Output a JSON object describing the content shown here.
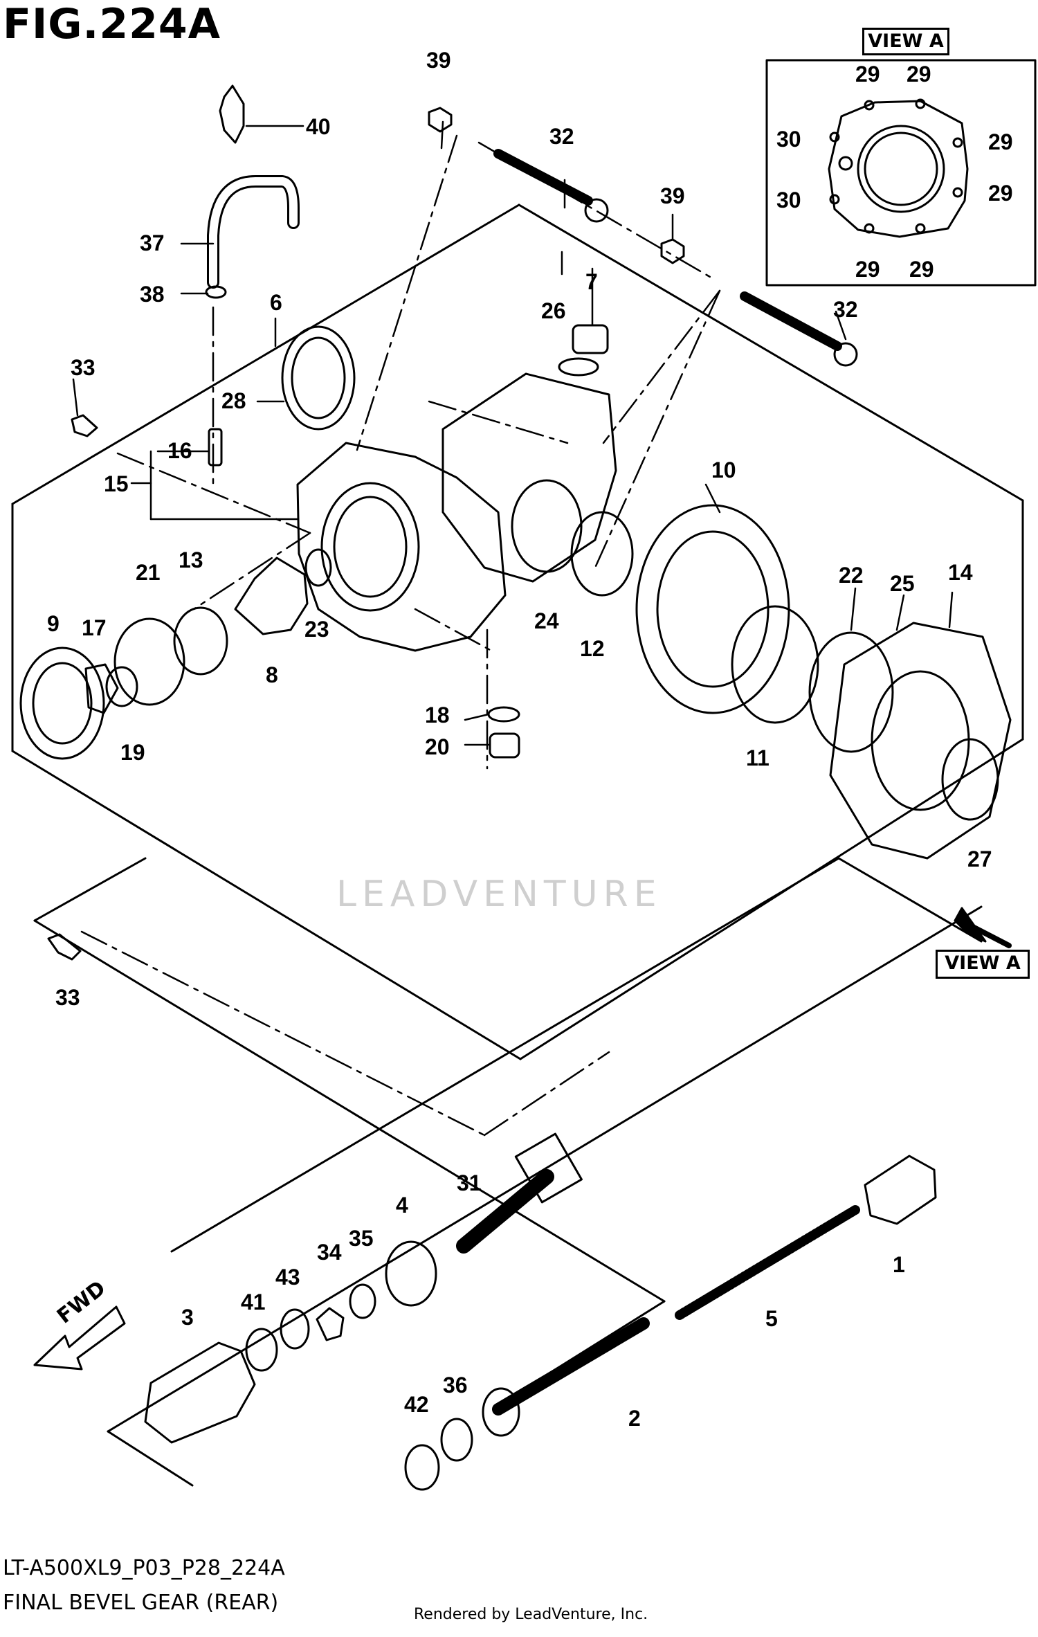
{
  "figure": {
    "title": "FIG.224A",
    "model_code": "LT-A500XL9_P03_P28_224A",
    "subtitle": "FINAL BEVEL GEAR (REAR)",
    "rendered_by": "Rendered by LeadVenture, Inc.",
    "watermark": "LEADVENTURE"
  },
  "view_labels": {
    "top": "VIEW A",
    "side": "VIEW A"
  },
  "fwd_label": "FWD",
  "callouts": [
    {
      "id": "c39a",
      "text": "39"
    },
    {
      "id": "c40",
      "text": "40"
    },
    {
      "id": "c32a",
      "text": "32"
    },
    {
      "id": "c39b",
      "text": "39"
    },
    {
      "id": "c37",
      "text": "37"
    },
    {
      "id": "c38",
      "text": "38"
    },
    {
      "id": "c6",
      "text": "6"
    },
    {
      "id": "c7",
      "text": "7"
    },
    {
      "id": "c26",
      "text": "26"
    },
    {
      "id": "c32b",
      "text": "32"
    },
    {
      "id": "c33a",
      "text": "33"
    },
    {
      "id": "c28",
      "text": "28"
    },
    {
      "id": "c16",
      "text": "16"
    },
    {
      "id": "c15",
      "text": "15"
    },
    {
      "id": "c10",
      "text": "10"
    },
    {
      "id": "c21",
      "text": "21"
    },
    {
      "id": "c13",
      "text": "13"
    },
    {
      "id": "c22",
      "text": "22"
    },
    {
      "id": "c25",
      "text": "25"
    },
    {
      "id": "c14",
      "text": "14"
    },
    {
      "id": "c9",
      "text": "9"
    },
    {
      "id": "c17",
      "text": "17"
    },
    {
      "id": "c23",
      "text": "23"
    },
    {
      "id": "c24",
      "text": "24"
    },
    {
      "id": "c12",
      "text": "12"
    },
    {
      "id": "c8",
      "text": "8"
    },
    {
      "id": "c19",
      "text": "19"
    },
    {
      "id": "c18",
      "text": "18"
    },
    {
      "id": "c20",
      "text": "20"
    },
    {
      "id": "c11",
      "text": "11"
    },
    {
      "id": "c27",
      "text": "27"
    },
    {
      "id": "c33b",
      "text": "33"
    },
    {
      "id": "c31",
      "text": "31"
    },
    {
      "id": "c4",
      "text": "4"
    },
    {
      "id": "c35",
      "text": "35"
    },
    {
      "id": "c34",
      "text": "34"
    },
    {
      "id": "c43",
      "text": "43"
    },
    {
      "id": "c41",
      "text": "41"
    },
    {
      "id": "c3",
      "text": "3"
    },
    {
      "id": "c1",
      "text": "1"
    },
    {
      "id": "c5",
      "text": "5"
    },
    {
      "id": "c2",
      "text": "2"
    },
    {
      "id": "c36",
      "text": "36"
    },
    {
      "id": "c42",
      "text": "42"
    }
  ],
  "view_a_callouts": [
    {
      "id": "v29a",
      "text": "29"
    },
    {
      "id": "v29b",
      "text": "29"
    },
    {
      "id": "v29c",
      "text": "29"
    },
    {
      "id": "v29d",
      "text": "29"
    },
    {
      "id": "v29e",
      "text": "29"
    },
    {
      "id": "v29f",
      "text": "29"
    },
    {
      "id": "v30a",
      "text": "30"
    },
    {
      "id": "v30b",
      "text": "30"
    }
  ]
}
